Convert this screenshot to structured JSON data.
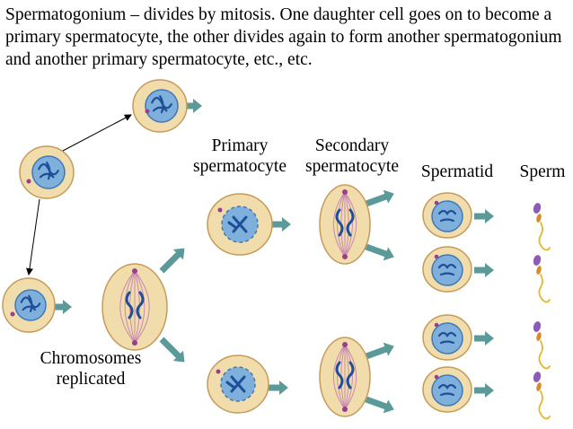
{
  "caption": "Spermatogonium – divides by mitosis.  One daughter cell goes on to become a primary spermatocyte, the other divides again to form another spermatogonium and another primary spermatocyte, etc., etc.",
  "labels": {
    "primary_line1": "Primary",
    "primary_line2": "spermatocyte",
    "secondary_line1": "Secondary",
    "secondary_line2": "spermatocyte",
    "spermatid": "Spermatid",
    "sperm": "Sperm",
    "chromosomes_line1": "Chromosomes",
    "chromosomes_line2": "replicated"
  },
  "colors": {
    "cytoplasm": "#f1dcab",
    "cell_outline": "#c79a5a",
    "nucleus": "#7fb0dc",
    "nucleus_edge": "#3f78b8",
    "chromosome": "#1f4f98",
    "spindle": "#c98ab4",
    "centriole": "#9a3e8a",
    "arrow": "#5b9a98",
    "sperm_head": "#8b5bb5",
    "sperm_mid": "#d98b2a",
    "sperm_tail": "#e3b830",
    "line": "#000000"
  }
}
